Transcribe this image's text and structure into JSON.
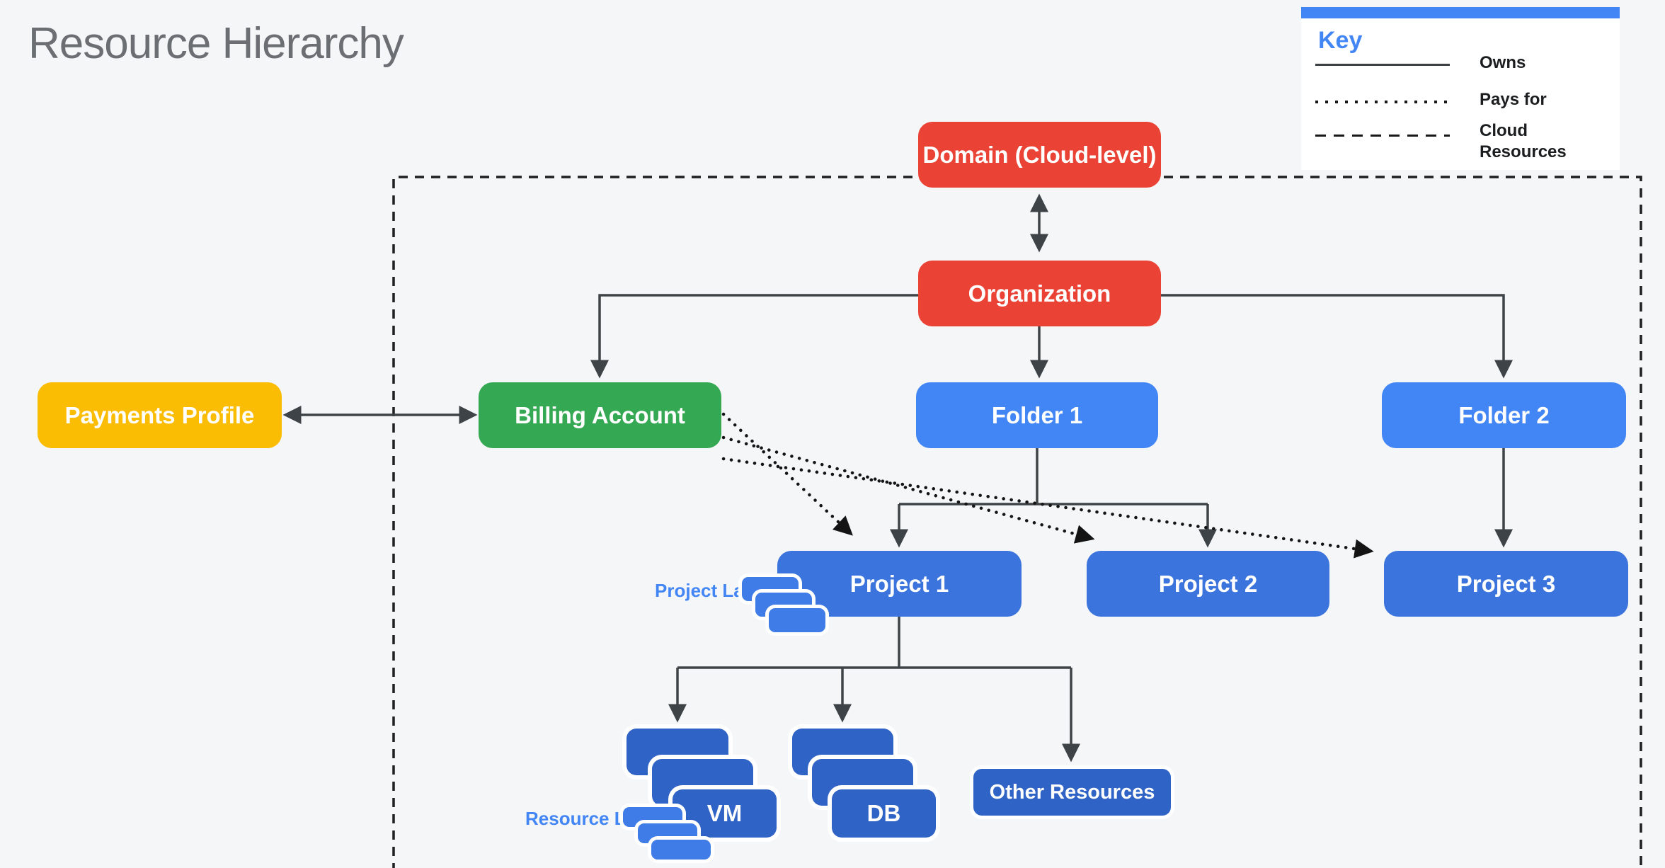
{
  "title": "Resource Hierarchy",
  "key": {
    "title": "Key",
    "items": [
      {
        "style": "solid",
        "label": "Owns"
      },
      {
        "style": "dotted",
        "label": "Pays for"
      },
      {
        "style": "dashed",
        "label": "Cloud Resources"
      }
    ]
  },
  "nodes": {
    "domain": {
      "label": "Domain (Cloud-level)",
      "color": "#ea4335"
    },
    "organization": {
      "label": "Organization",
      "color": "#ea4335"
    },
    "payments_profile": {
      "label": "Payments Profile",
      "color": "#fbbc04"
    },
    "billing_account": {
      "label": "Billing Account",
      "color": "#34a853"
    },
    "folder1": {
      "label": "Folder 1",
      "color": "#4285f4"
    },
    "folder2": {
      "label": "Folder 2",
      "color": "#4285f4"
    },
    "project1": {
      "label": "Project 1",
      "color": "#3b74dc"
    },
    "project2": {
      "label": "Project 2",
      "color": "#3b74dc"
    },
    "project3": {
      "label": "Project 3",
      "color": "#3b74dc"
    },
    "vm": {
      "label": "VM",
      "color": "#3063c6"
    },
    "db": {
      "label": "DB",
      "color": "#3063c6"
    },
    "other_resources": {
      "label": "Other Resources",
      "color": "#3063c6"
    }
  },
  "annotations": {
    "project_labels": "Project Labels",
    "resource_labels": "Resource Labels"
  },
  "colors": {
    "background": "#f5f6f8",
    "solid_line": "#3e4347",
    "dotted_line": "#141414",
    "dashed_border": "#1e1f21",
    "annotation_text": "#4285f4",
    "legend_header_bar": "#4285f4",
    "title_text": "#6b6f74"
  }
}
